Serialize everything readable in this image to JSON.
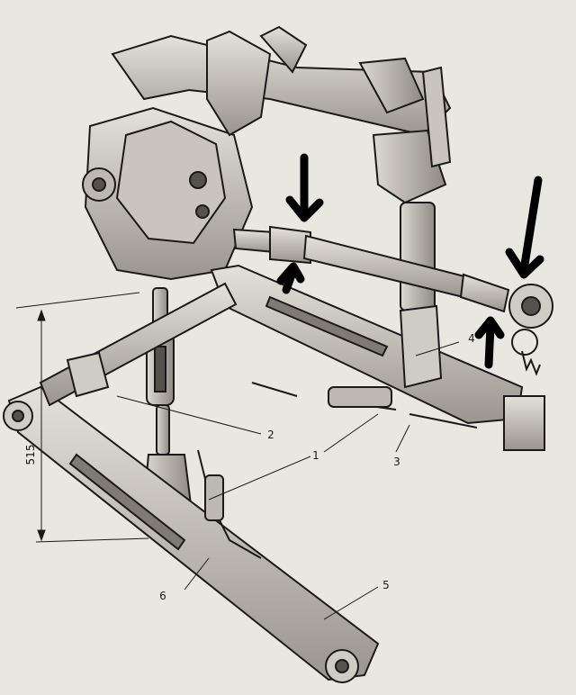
{
  "diagram": {
    "callouts": [
      {
        "id": "1",
        "label": "1"
      },
      {
        "id": "2",
        "label": "2"
      },
      {
        "id": "3",
        "label": "3"
      },
      {
        "id": "4",
        "label": "4"
      },
      {
        "id": "5",
        "label": "5"
      },
      {
        "id": "6",
        "label": "6"
      }
    ],
    "dimension": {
      "value": "515"
    },
    "colors": {
      "paper": "#e9e7e2",
      "ink": "#1a1a1a",
      "metal_light": "#d4d1ca",
      "metal_dark": "#8f8b84",
      "marker": "#000000"
    }
  }
}
